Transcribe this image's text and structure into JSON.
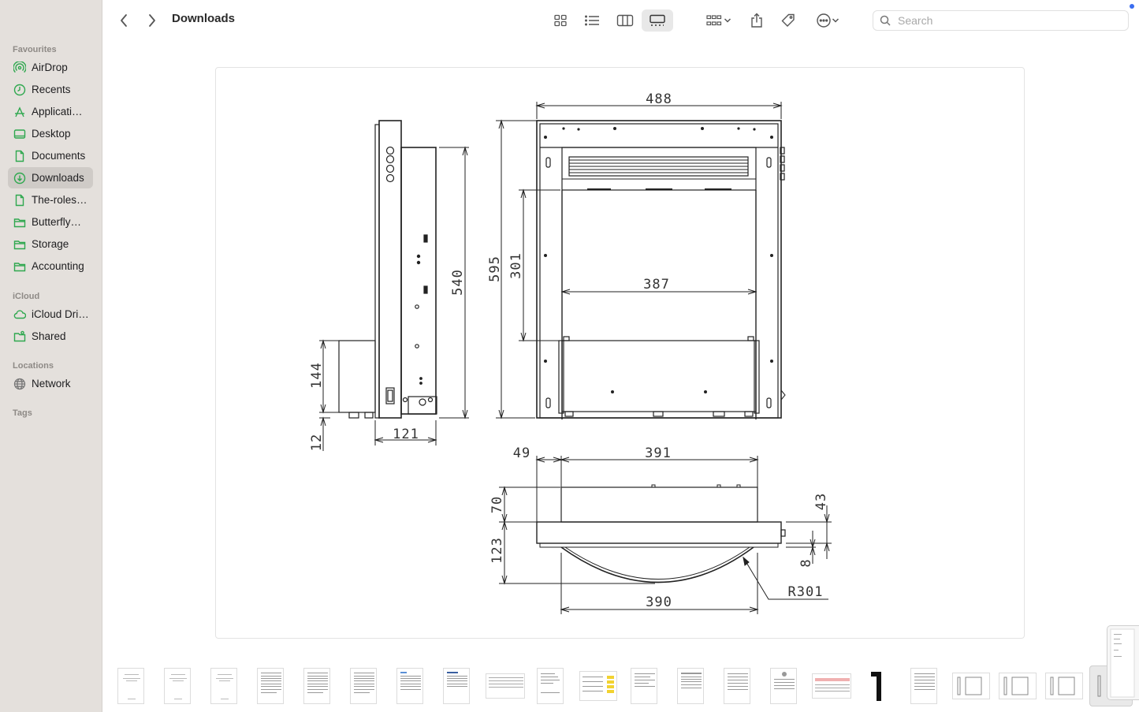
{
  "window": {
    "title": "Downloads"
  },
  "sidebar": {
    "sections": [
      {
        "title": "Favourites",
        "items": [
          {
            "label": "AirDrop",
            "icon": "airdrop-icon"
          },
          {
            "label": "Recents",
            "icon": "clock-icon"
          },
          {
            "label": "Applicati…",
            "icon": "applications-icon"
          },
          {
            "label": "Desktop",
            "icon": "desktop-icon"
          },
          {
            "label": "Documents",
            "icon": "document-icon"
          },
          {
            "label": "Downloads",
            "icon": "download-icon",
            "selected": true
          },
          {
            "label": "The-roles…",
            "icon": "document-icon"
          },
          {
            "label": "Butterfly…",
            "icon": "folder-icon"
          },
          {
            "label": "Storage",
            "icon": "folder-icon"
          },
          {
            "label": "Accounting",
            "icon": "folder-icon"
          }
        ]
      },
      {
        "title": "iCloud",
        "items": [
          {
            "label": "iCloud Dri…",
            "icon": "cloud-icon"
          },
          {
            "label": "Shared",
            "icon": "shared-folder-icon"
          }
        ]
      },
      {
        "title": "Locations",
        "items": [
          {
            "label": "Network",
            "icon": "globe-icon"
          }
        ]
      },
      {
        "title": "Tags",
        "items": []
      }
    ]
  },
  "toolbar": {
    "search_placeholder": "Search",
    "view_modes": [
      "icon-view",
      "list-view",
      "column-view",
      "gallery-view"
    ],
    "active_view": "gallery-view"
  },
  "drawing": {
    "dimensions": {
      "top_width": "488",
      "height_total": "595",
      "height_opening": "301",
      "width_inner": "387",
      "side_height": "540",
      "box_height": "144",
      "foot_height": "12",
      "side_depth": "121",
      "left_offset": "49",
      "bottom_width": "391",
      "depth_upper": "70",
      "depth_lower": "123",
      "trim": "43",
      "gap": "8",
      "radius": "R301",
      "base_width": "390"
    }
  },
  "colors": {
    "sidebar_bg": "#e4e0dc",
    "accent_green": "#2fa84f",
    "selection": "#cfcbc7"
  }
}
